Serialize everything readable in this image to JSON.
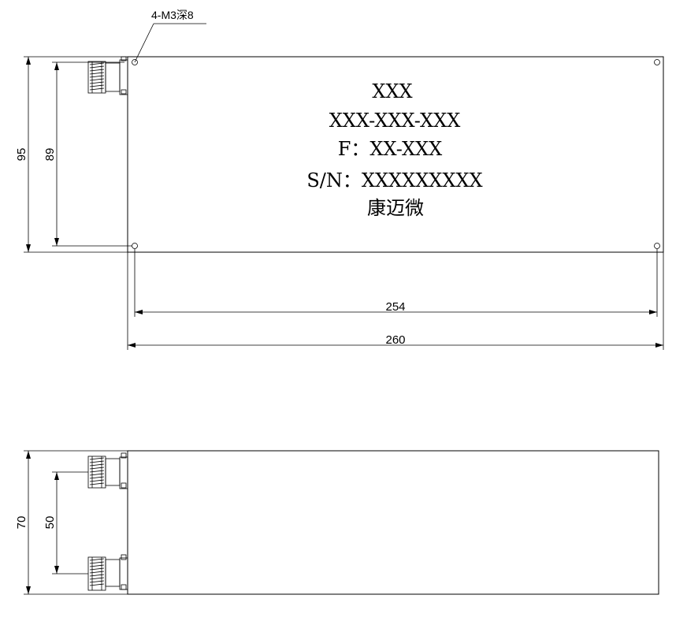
{
  "callout": {
    "text": "4-M3深8"
  },
  "label": {
    "line1": "XXX",
    "line2": "XXX-XXX-XXX",
    "line3": "F：XX-XXX",
    "line4": "S/N：XXXXXXXXX",
    "line5": "康迈微"
  },
  "dimensions": {
    "top_height_outer": "95",
    "top_height_inner": "89",
    "hole_spacing_width": "254",
    "overall_width": "260",
    "side_height_outer": "70",
    "side_connector_spacing": "50"
  }
}
